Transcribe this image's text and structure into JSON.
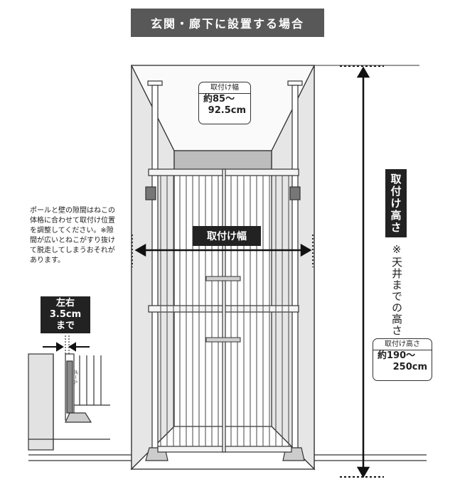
{
  "title": "玄関・廊下に設置する場合",
  "top_box": {
    "caption": "取付け幅",
    "line1": "約85～",
    "line2": "92.5cm"
  },
  "width_label": "取付け幅",
  "height_label": "取付け高さ",
  "height_note": "※天井までの高さ",
  "right_box": {
    "caption": "取付け高さ",
    "line1": "約190～",
    "line2": "250cm"
  },
  "side_note": "ポールと壁の隙間はねこの体格に合わせて取付け位置を調整してください。※隙間が広いとねこがすり抜けて脱走してしまうおそれがあります。",
  "gap_label": {
    "line1": "左右",
    "line2": "3.5cm",
    "line3": "まで"
  },
  "pole_text": "ポール",
  "colors": {
    "title_bg": "#585858",
    "label_bg": "#222222",
    "line": "#333333"
  }
}
